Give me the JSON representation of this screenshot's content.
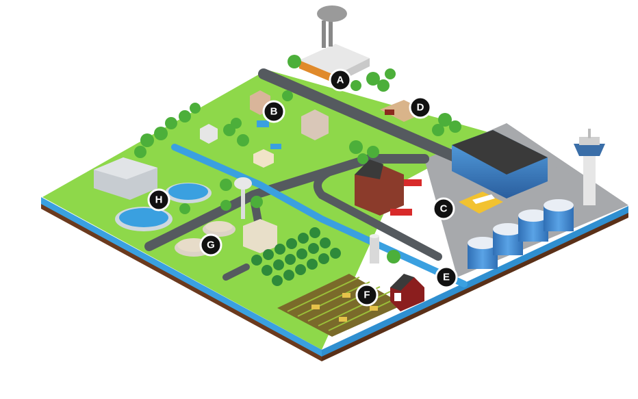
{
  "colors": {
    "grass": "#8ed84a",
    "grass_dark": "#6fbd35",
    "water": "#3aa0e0",
    "soil": "#6b3a1e",
    "road": "#555a5f",
    "concrete": "#a7a9ac",
    "tree": "#4caf3a",
    "tree_dark": "#2e8a3a",
    "marker": "#111111"
  },
  "markers": [
    {
      "letter": "A",
      "icon": "factory-icon"
    },
    {
      "letter": "B",
      "icon": "house-icon"
    },
    {
      "letter": "C",
      "icon": "airport-icon"
    },
    {
      "letter": "D",
      "icon": "dirt-lot-icon"
    },
    {
      "letter": "E",
      "icon": "canal-icon"
    },
    {
      "letter": "F",
      "icon": "farm-icon"
    },
    {
      "letter": "G",
      "icon": "treatment-tanks-icon"
    },
    {
      "letter": "H",
      "icon": "water-treatment-icon"
    }
  ]
}
